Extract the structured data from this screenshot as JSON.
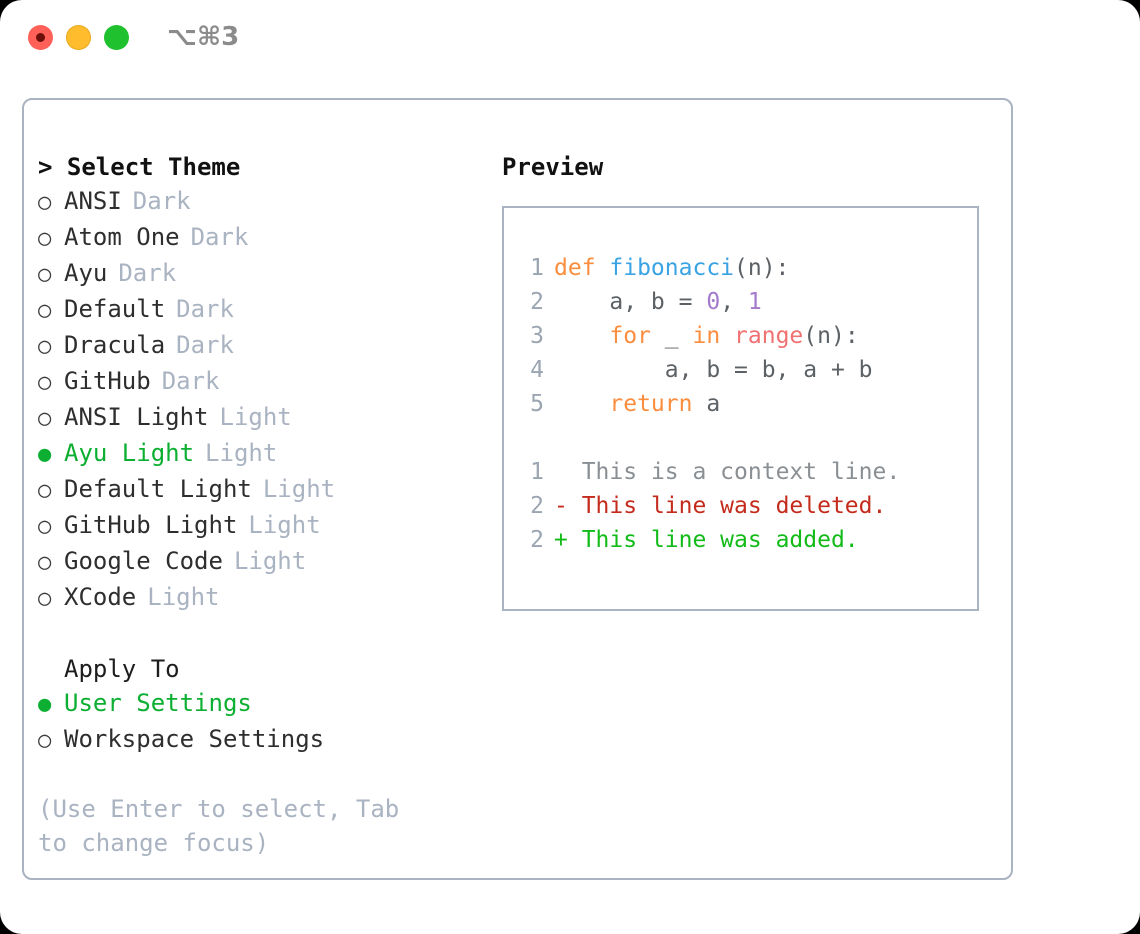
{
  "window": {
    "shortcut": "⌥⌘3",
    "traffic_lights": [
      {
        "name": "close-button",
        "color": "#ff6159"
      },
      {
        "name": "minimize-button",
        "color": "#ffbd2e"
      },
      {
        "name": "zoom-button",
        "color": "#1fc12f"
      }
    ]
  },
  "theme_panel": {
    "header": "> Select Theme",
    "selected_bullet": "●",
    "unselected_bullet": "○",
    "accent_color": "#0caf31",
    "muted_color": "#a9b3c1",
    "items": [
      {
        "bullet": "○",
        "name": "ANSI",
        "kind": "Dark",
        "selected": false
      },
      {
        "bullet": "○",
        "name": "Atom One",
        "kind": "Dark",
        "selected": false
      },
      {
        "bullet": "○",
        "name": "Ayu",
        "kind": "Dark",
        "selected": false
      },
      {
        "bullet": "○",
        "name": "Default",
        "kind": "Dark",
        "selected": false
      },
      {
        "bullet": "○",
        "name": "Dracula",
        "kind": "Dark",
        "selected": false
      },
      {
        "bullet": "○",
        "name": "GitHub",
        "kind": "Dark",
        "selected": false
      },
      {
        "bullet": "○",
        "name": "ANSI Light",
        "kind": "Light",
        "selected": false
      },
      {
        "bullet": "●",
        "name": "Ayu Light",
        "kind": "Light",
        "selected": true
      },
      {
        "bullet": "○",
        "name": "Default Light",
        "kind": "Light",
        "selected": false
      },
      {
        "bullet": "○",
        "name": "GitHub Light",
        "kind": "Light",
        "selected": false
      },
      {
        "bullet": "○",
        "name": "Google Code",
        "kind": "Light",
        "selected": false
      },
      {
        "bullet": "○",
        "name": "XCode",
        "kind": "Light",
        "selected": false
      }
    ]
  },
  "apply_to": {
    "header": "Apply To",
    "options": [
      {
        "bullet": "●",
        "name": "User Settings",
        "selected": true
      },
      {
        "bullet": "○",
        "name": "Workspace Settings",
        "selected": false
      }
    ]
  },
  "hint": "(Use Enter to select, Tab to change focus)",
  "preview": {
    "header": "Preview",
    "code_lines": [
      {
        "number": "1",
        "tokens": [
          {
            "text": "def ",
            "type": "kw"
          },
          {
            "text": "fibonacci",
            "type": "fn"
          },
          {
            "text": "(n):",
            "type": "txt"
          }
        ]
      },
      {
        "number": "2",
        "tokens": [
          {
            "text": "    a, b = ",
            "type": "txt"
          },
          {
            "text": "0",
            "type": "num"
          },
          {
            "text": ", ",
            "type": "txt"
          },
          {
            "text": "1",
            "type": "num"
          }
        ]
      },
      {
        "number": "3",
        "tokens": [
          {
            "text": "    ",
            "type": "txt"
          },
          {
            "text": "for",
            "type": "kw"
          },
          {
            "text": " _ ",
            "type": "txt"
          },
          {
            "text": "in",
            "type": "kw"
          },
          {
            "text": " ",
            "type": "txt"
          },
          {
            "text": "range",
            "type": "call"
          },
          {
            "text": "(n):",
            "type": "txt"
          }
        ]
      },
      {
        "number": "4",
        "tokens": [
          {
            "text": "        a, b = b, a + b",
            "type": "txt"
          }
        ]
      },
      {
        "number": "5",
        "tokens": [
          {
            "text": "    ",
            "type": "txt"
          },
          {
            "text": "return",
            "type": "kw"
          },
          {
            "text": " a",
            "type": "txt"
          }
        ]
      }
    ],
    "diff_lines": [
      {
        "number": "1",
        "marker": " ",
        "text": " This is a context line.",
        "type": "ctx"
      },
      {
        "number": "2",
        "marker": "-",
        "text": " This line was deleted.",
        "type": "del"
      },
      {
        "number": "2",
        "marker": "+",
        "text": " This line was added.",
        "type": "add"
      }
    ]
  }
}
